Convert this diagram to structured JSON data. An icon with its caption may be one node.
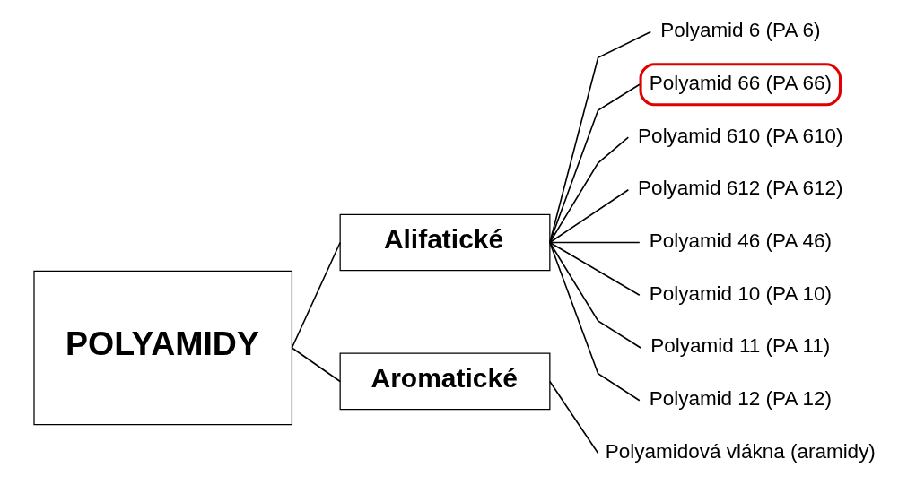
{
  "diagram": {
    "nodes": [
      {
        "text": [
          "POLYAMIDY"
        ]
      },
      {
        "text": [
          "Alifatické"
        ]
      },
      {
        "text": [
          "Aromatické"
        ]
      },
      {
        "text": [
          "Polyamid 6 (PA 6)"
        ]
      },
      {
        "text": [
          "Polyamid 66 (PA 66)"
        ]
      },
      {
        "text": [
          "Polyamid 610 (PA 610)"
        ]
      },
      {
        "text": [
          "Polyamid 612 (PA 612)"
        ]
      },
      {
        "text": [
          "Polyamid 46 (PA 46)"
        ]
      },
      {
        "text": [
          "Polyamid 10 (PA 10)"
        ]
      },
      {
        "text": [
          "Polyamid 11 (PA 11)"
        ]
      },
      {
        "text": [
          "Polyamid 12 (PA 12)"
        ]
      },
      {
        "text": [
          "Polyamidová vlákna (aramidy)"
        ]
      }
    ],
    "edges": [
      {
        "from": 0,
        "to": 1,
        "arrow": "none"
      },
      {
        "from": 0,
        "to": 2,
        "arrow": "none"
      },
      {
        "from": 1,
        "to": 3,
        "arrow": "none"
      },
      {
        "from": 1,
        "to": 4,
        "arrow": "none"
      },
      {
        "from": 1,
        "to": 5,
        "arrow": "none"
      },
      {
        "from": 1,
        "to": 6,
        "arrow": "none"
      },
      {
        "from": 1,
        "to": 7,
        "arrow": "none"
      },
      {
        "from": 1,
        "to": 8,
        "arrow": "none"
      },
      {
        "from": 1,
        "to": 9,
        "arrow": "none"
      },
      {
        "from": 1,
        "to": 10,
        "arrow": "none"
      },
      {
        "from": 2,
        "to": 11,
        "arrow": "none"
      }
    ]
  }
}
